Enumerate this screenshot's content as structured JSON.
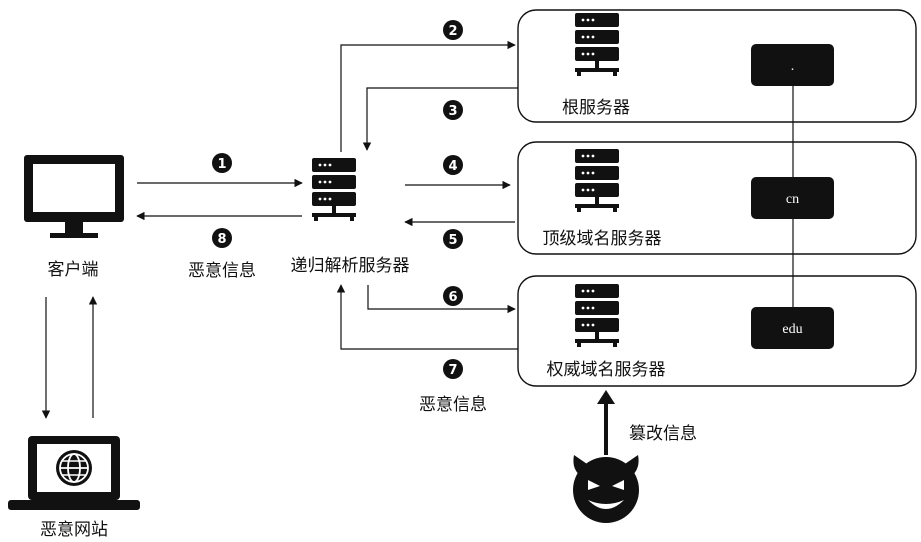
{
  "nodes": {
    "client": "客户端",
    "resolver": "递归解析服务器",
    "root": "根服务器",
    "tld": "顶级域名服务器",
    "authoritative": "权威域名服务器",
    "malicious_site": "恶意网站"
  },
  "zones": {
    "root": ".",
    "tld": "cn",
    "second": "edu"
  },
  "labels": {
    "malicious_info_8": "恶意信息",
    "malicious_info_7": "恶意信息",
    "tamper": "篡改信息"
  },
  "steps": [
    "1",
    "2",
    "3",
    "4",
    "5",
    "6",
    "7",
    "8"
  ]
}
